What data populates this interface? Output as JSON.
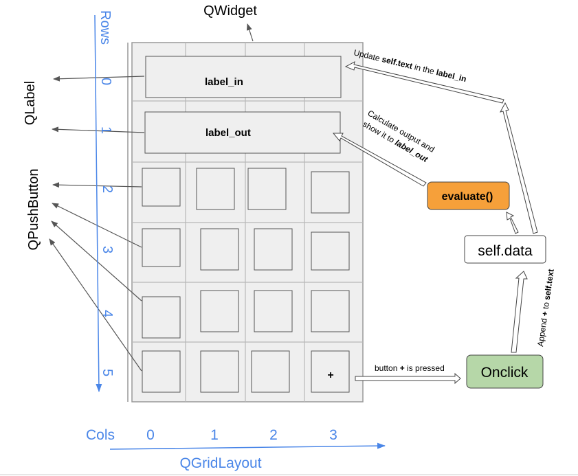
{
  "labels": {
    "qwidget": "QWidget",
    "qlabel": "QLabel",
    "qpushbutton": "QPushButton",
    "rows": "Rows",
    "cols": "Cols",
    "qgridlayout": "QGridLayout",
    "label_in": "label_in",
    "label_out": "label_out",
    "plus": "+",
    "evaluate": "evaluate()",
    "self_data": "self.data",
    "onclick": "Onclick"
  },
  "row_numbers": [
    "0",
    "1",
    "2",
    "3",
    "4",
    "5"
  ],
  "col_numbers": [
    "0",
    "1",
    "2",
    "3"
  ],
  "annotations": {
    "update": {
      "a": "Update ",
      "b": "self.text",
      "c": "  in the ",
      "d": "label_in"
    },
    "calculate_line1": "Calculate output and",
    "calculate_line2a": "show it to ",
    "calculate_line2b": "label_out",
    "pressed": {
      "a": "button ",
      "b": "+",
      "c": " is pressed"
    },
    "append": {
      "a": "Append ",
      "b": "+",
      "c": " to ",
      "d": "self.text"
    }
  },
  "colors": {
    "axis_blue": "#4a86e8",
    "evaluate_fill": "#f6a03a",
    "onclick_fill": "#b6d7a8",
    "grid_fill": "#efefef",
    "grid_line": "#b7b7b7"
  }
}
